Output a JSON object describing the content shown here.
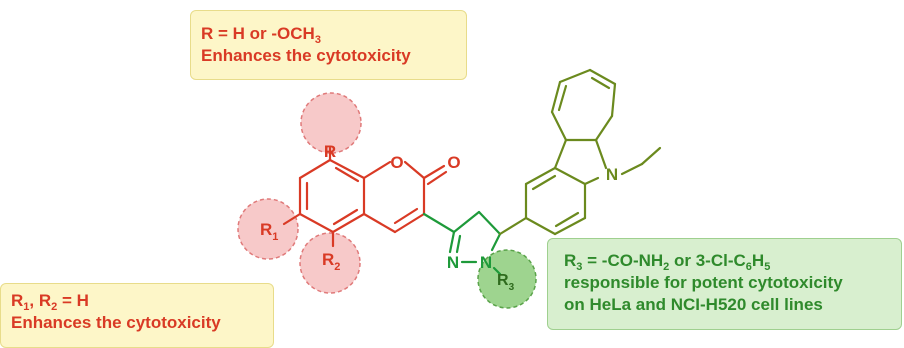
{
  "box_top": {
    "line1_pre": "R = H or -OCH",
    "line1_sub": "3",
    "line2": "Enhances the cytotoxicity"
  },
  "box_bottom_left": {
    "r1": "R",
    "r1_sub": "1",
    "sep": ", R",
    "r2_sub": "2",
    "rest": " = H",
    "line2": "Enhances the cytotoxicity"
  },
  "box_right": {
    "r3": "R",
    "r3_sub": "3",
    "line1_mid": " = -CO-NH",
    "nh2_sub": "2",
    "line1_post": " or 3-Cl-C",
    "c6_sub": "6",
    "h": "H",
    "h5_sub": "5",
    "line2": "responsible for potent cytotoxicity",
    "line3": "on HeLa and NCI-H520 cell lines"
  },
  "atoms": {
    "r": "R",
    "r1": "R",
    "r1_sub": "1",
    "r2": "R",
    "r2_sub": "2",
    "r3": "R",
    "r3_sub": "3",
    "o_ring": "O",
    "o_carbonyl": "O",
    "n_carbazole": "N",
    "n_pyrazoline_1": "N",
    "n_pyrazoline_2": "N"
  },
  "colors": {
    "coumarin": "#d93a25",
    "pyrazoline": "#1e9a3a",
    "carbazole": "#6b8a1e",
    "r_circle_fill": "#f7c9c9",
    "r_circle_stroke": "#e07a7a",
    "r3_circle_fill": "#9ed48f",
    "r3_circle_stroke": "#5aa34a"
  }
}
